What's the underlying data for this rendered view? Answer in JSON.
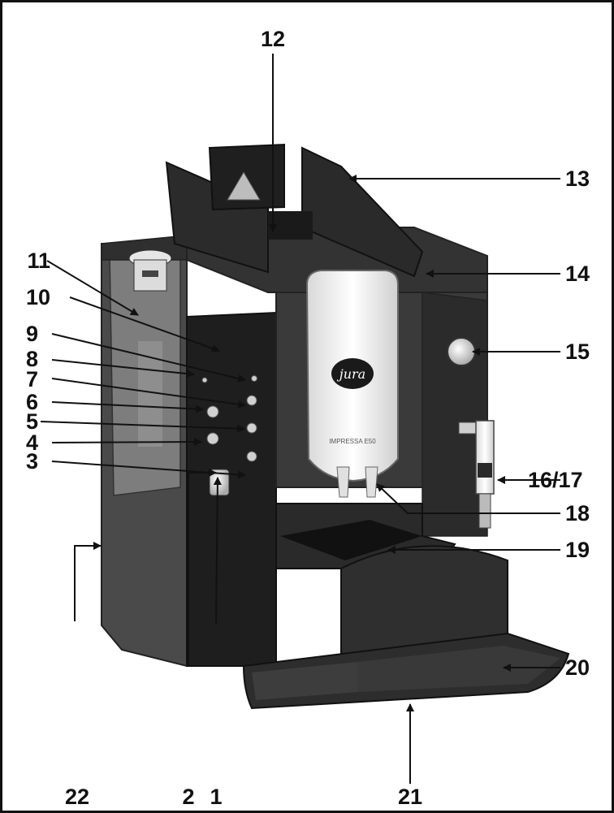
{
  "diagram": {
    "brand_logo_text": "jura",
    "model_text": "IMPRESSA E50",
    "callouts": [
      "1",
      "2",
      "3",
      "4",
      "5",
      "6",
      "7",
      "8",
      "9",
      "10",
      "11",
      "12",
      "13",
      "14",
      "15",
      "16/17",
      "18",
      "19",
      "20",
      "21",
      "22"
    ]
  }
}
